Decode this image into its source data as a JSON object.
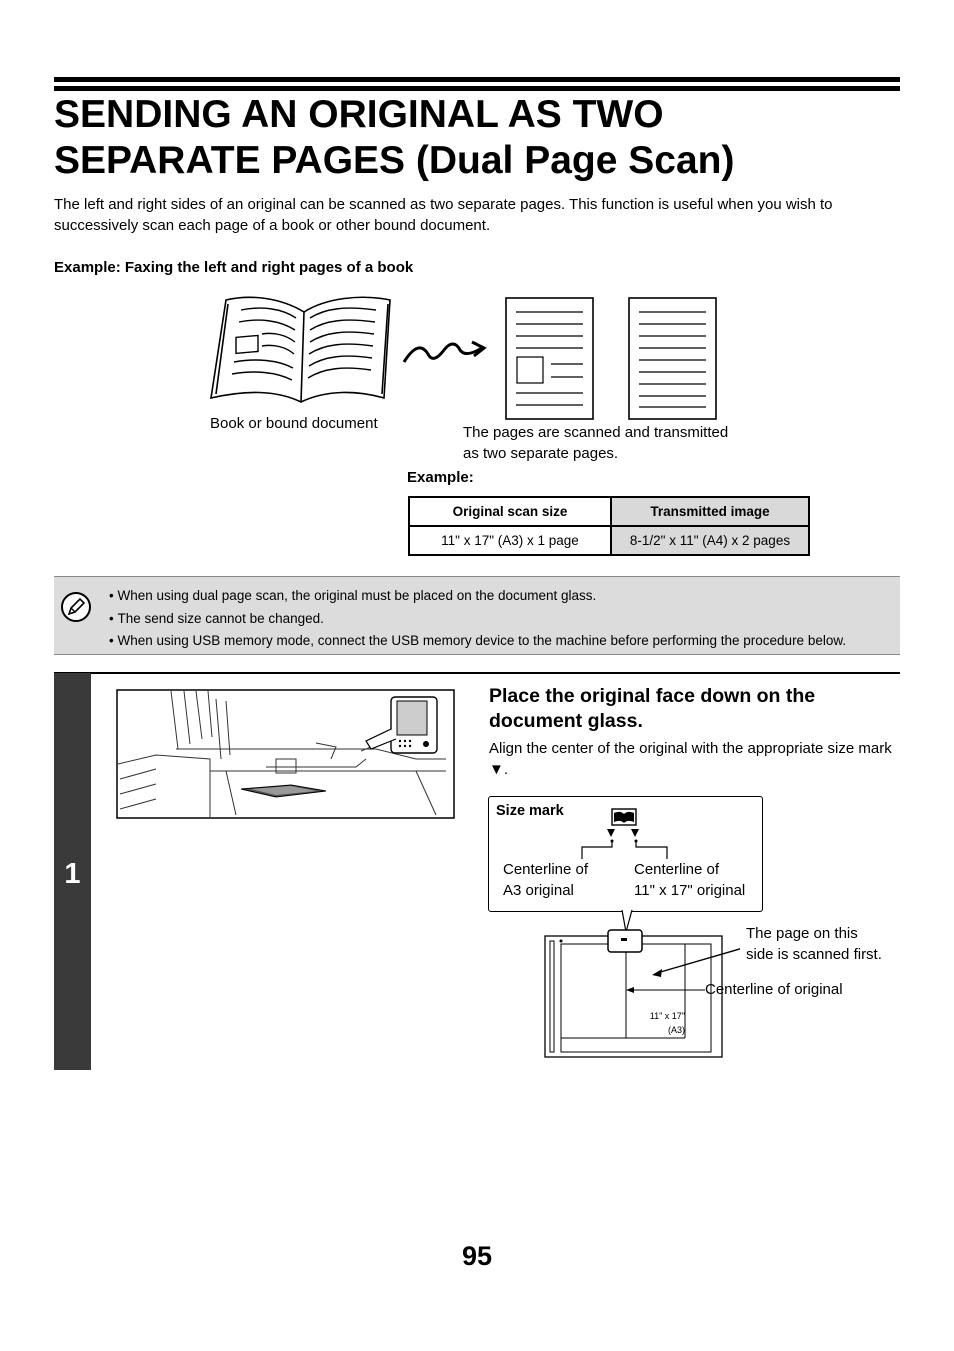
{
  "title_line1": "SENDING AN ORIGINAL AS TWO",
  "title_line2": "SEPARATE PAGES (Dual Page Scan)",
  "intro": "The left and right sides of an original can be scanned as two separate pages. This function is useful when you wish to successively scan each page of a book or other bound document.",
  "example_heading": "Example: Faxing the left and right pages of a book",
  "figure": {
    "book_caption": "Book or bound document",
    "pages_caption_line1": "The pages are scanned and transmitted",
    "pages_caption_line2": "as two separate pages."
  },
  "example_label": "Example:",
  "table": {
    "headers": [
      "Original scan size",
      "Transmitted image"
    ],
    "row": [
      "11\" x 17\" (A3) x 1 page",
      "8-1/2\" x 11\" (A4) x 2 pages"
    ]
  },
  "notes": [
    "When using dual page scan, the original must be placed on the document glass.",
    "The send size cannot be changed.",
    "When using USB memory mode, connect the USB memory device to the machine before performing the procedure below."
  ],
  "step": {
    "number": "1",
    "title": "Place the original face down on the document glass.",
    "text": "Align the center of the original with the appropriate size mark ▼.",
    "size_mark_label": "Size mark",
    "centerline_a3_line1": "Centerline of",
    "centerline_a3_line2": "A3 original",
    "centerline_11x17_line1": "Centerline of",
    "centerline_11x17_line2": "11\" x 17\" original",
    "scanned_first_line1": "The page on this",
    "scanned_first_line2": "side is scanned first.",
    "centerline_original": "Centerline of original",
    "glass_size_line1": "11\" x 17\"",
    "glass_size_line2": "(A3)"
  },
  "page_number": "95"
}
